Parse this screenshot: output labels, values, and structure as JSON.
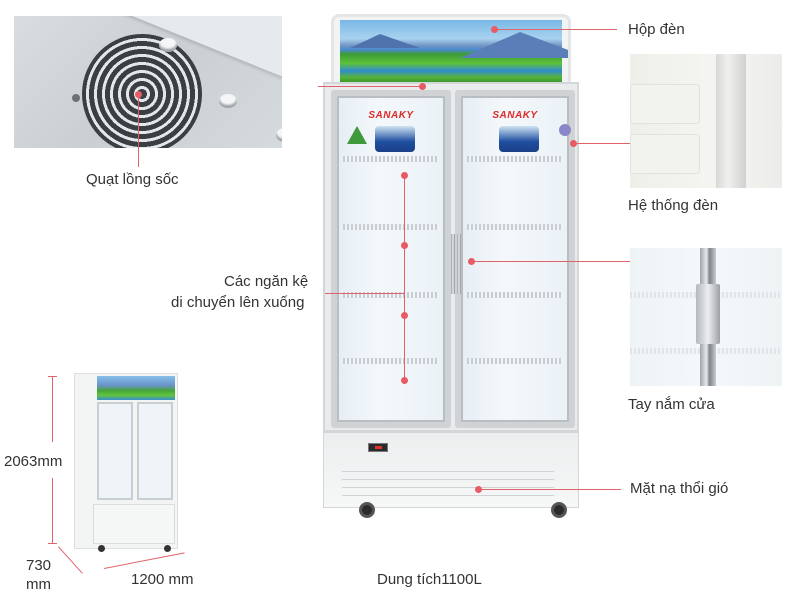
{
  "product": {
    "brand": "SANAKY",
    "capacity_label": "Dung tích1100L"
  },
  "callouts": {
    "fan": "Quạt lồng sốc",
    "light_box": "Hộp đèn",
    "light_system": "Hệ thống đèn",
    "shelves_line1": "Các ngăn kệ",
    "shelves_line2": "di chuyển lên xuống",
    "door_handle": "Tay nắm cửa",
    "air_vent": "Mặt nạ thổi gió"
  },
  "dimensions": {
    "height": "2063mm",
    "depth_line1": "730",
    "depth_line2": "mm",
    "width": "1200 mm"
  },
  "colors": {
    "callout_line": "#e0636b",
    "callout_dot": "#e85a64",
    "text": "#333333",
    "brand_red": "#e02a2a"
  }
}
